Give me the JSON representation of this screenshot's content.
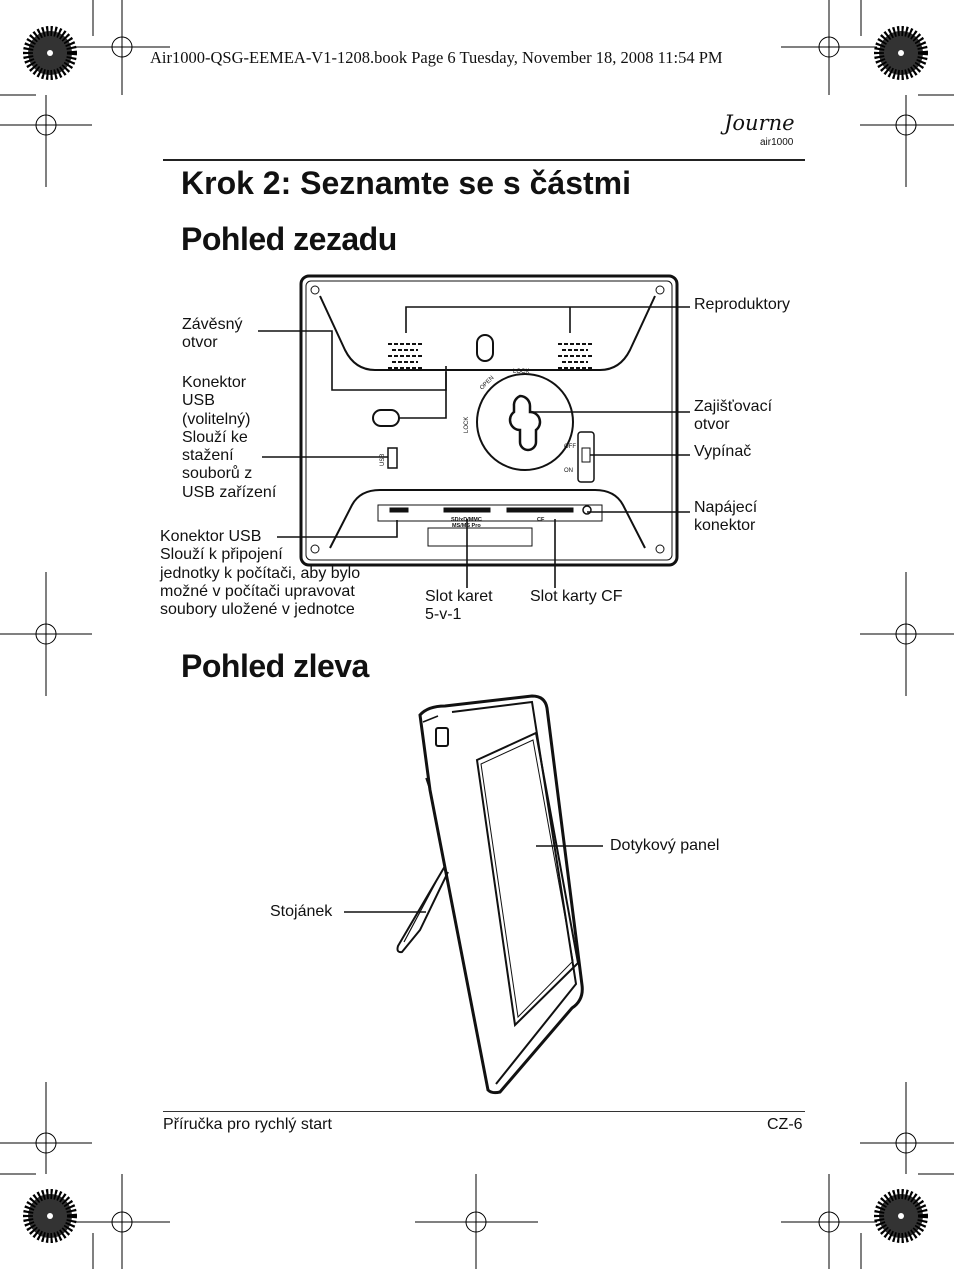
{
  "print_header": "Air1000-QSG-EEMEA-V1-1208.book  Page 6  Tuesday, November 18, 2008  11:54 PM",
  "brand": {
    "logo": "Journe",
    "model": "air1000"
  },
  "title": "Krok 2: Seznamte se s částmi",
  "rear": {
    "heading": "Pohled zezadu",
    "labels": {
      "hanging_hole": [
        "Závěsný",
        "otvor"
      ],
      "usb_connector_optional": [
        "Konektor",
        "USB",
        "(volitelný)",
        "Slouží ke",
        "stažení",
        "souborů z",
        "USB zařízení"
      ],
      "usb_connector": [
        "Konektor USB",
        "Slouží k připojení",
        "jednotky k počítači, aby bylo",
        "možné v počítači upravovat",
        "soubory uložené v jednotce"
      ],
      "card_slot_5in1": [
        "Slot karet",
        "5-v-1"
      ],
      "cf_slot": [
        "Slot karty CF"
      ],
      "speakers": [
        "Reproduktory"
      ],
      "lock_hole": [
        "Zajišťovací",
        "otvor"
      ],
      "power_switch": [
        "Vypínač"
      ],
      "power_connector": [
        "Napájecí",
        "konektor"
      ]
    },
    "device_marks": {
      "lock_top": "LOCK",
      "open": "OPEN",
      "lock_side": "LOCK",
      "off": "OFF",
      "on": "ON",
      "usb": "USB",
      "sd_slot": "SD/xD/MMC",
      "ms_slot": "MS/MS Pro",
      "cf": "CF"
    }
  },
  "left": {
    "heading": "Pohled zleva",
    "labels": {
      "touch_panel": [
        "Dotykový panel"
      ],
      "stand": [
        "Stojánek"
      ]
    }
  },
  "footer": {
    "left": "Příručka pro rychlý start",
    "right": "CZ-6"
  }
}
